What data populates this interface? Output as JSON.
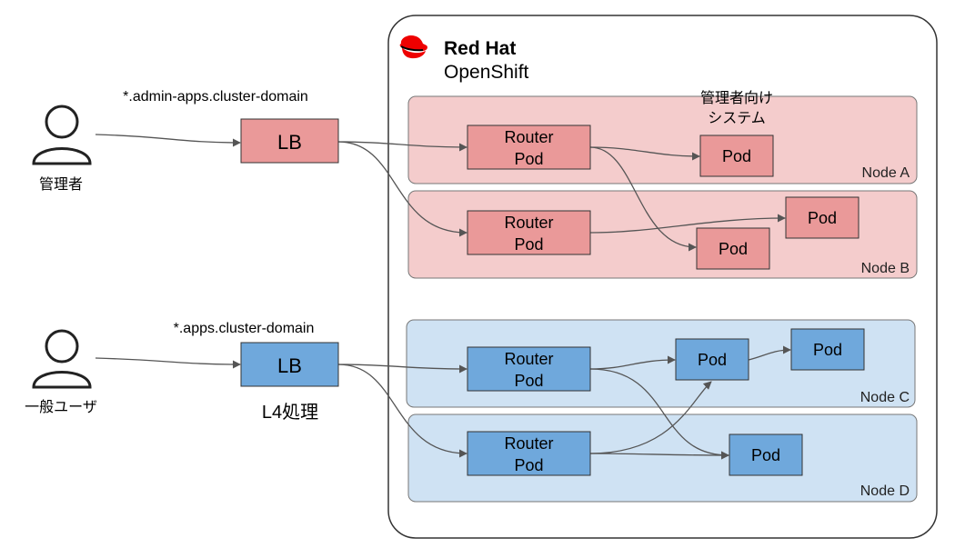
{
  "brand": {
    "name_line1": "Red Hat",
    "name_line2": "OpenShift",
    "logo_icon": "redhat-fedora-icon",
    "color": "#EE0000"
  },
  "actors": {
    "admin": {
      "label": "管理者",
      "icon": "person-icon",
      "domain": "*.admin-apps.cluster-domain"
    },
    "user": {
      "label": "一般ユーザ",
      "icon": "person-icon",
      "domain": "*.apps.cluster-domain"
    }
  },
  "load_balancers": {
    "admin": {
      "label": "LB"
    },
    "user": {
      "label": "LB"
    },
    "caption": "L4処理"
  },
  "nodes": [
    {
      "id": "a",
      "label": "Node A"
    },
    {
      "id": "b",
      "label": "Node B"
    },
    {
      "id": "c",
      "label": "Node C"
    },
    {
      "id": "d",
      "label": "Node D"
    }
  ],
  "routers": {
    "a": {
      "line1": "Router",
      "line2": "Pod"
    },
    "b": {
      "line1": "Router",
      "line2": "Pod"
    },
    "c": {
      "line1": "Router",
      "line2": "Pod"
    },
    "d": {
      "line1": "Router",
      "line2": "Pod"
    }
  },
  "pods": {
    "a": "Pod",
    "b1": "Pod",
    "b2": "Pod",
    "c1": "Pod",
    "c2": "Pod",
    "d": "Pod"
  },
  "admin_system_label": {
    "line1": "管理者向け",
    "line2": "システム"
  },
  "colors": {
    "admin_fill": "#EA9999",
    "admin_node_fill": "#F4CCCC",
    "user_fill": "#6FA8DC",
    "user_node_fill": "#CFE2F3",
    "edge": "#555555"
  }
}
